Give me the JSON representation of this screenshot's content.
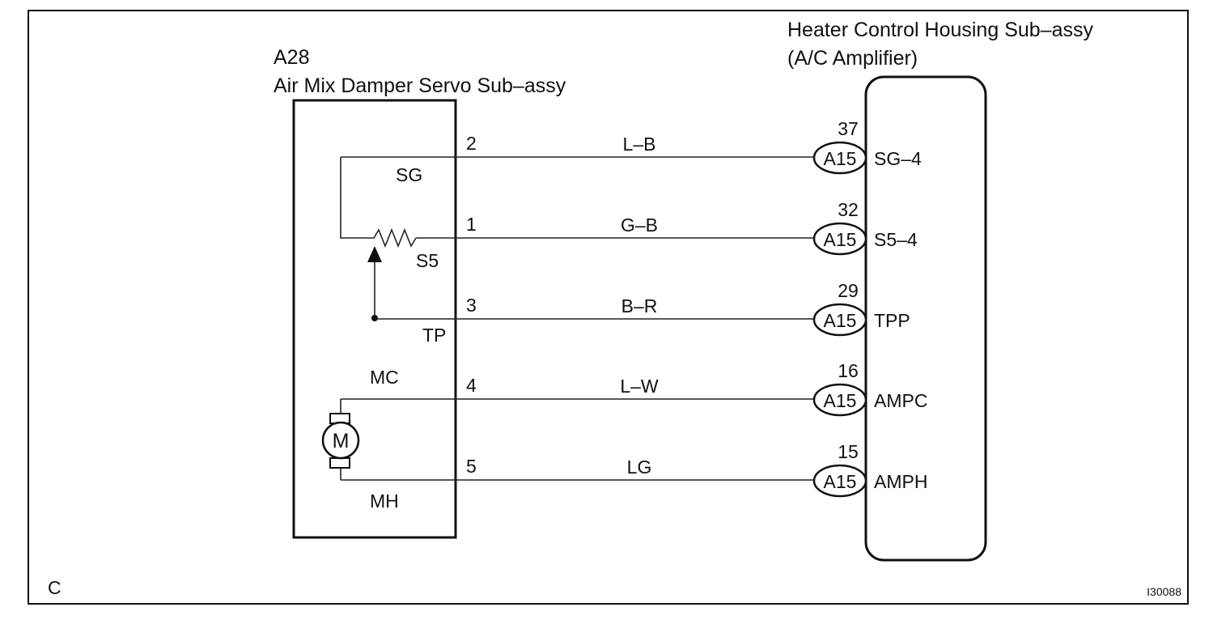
{
  "corner_label": "C",
  "figure_id": "I30088",
  "servo": {
    "ref": "A28",
    "name": "Air Mix Damper Servo Sub–assy",
    "internal_labels": {
      "sg": "SG",
      "s5": "S5",
      "tp": "TP",
      "mc": "MC",
      "mh": "MH"
    },
    "motor_symbol": "M"
  },
  "amplifier": {
    "name": "Heater Control Housing Sub–assy",
    "subtitle": "(A/C Amplifier)"
  },
  "connector": "A15",
  "wires": [
    {
      "servo_pin": "2",
      "color": "L–B",
      "amp_pin": "37",
      "amp_terminal": "SG–4"
    },
    {
      "servo_pin": "1",
      "color": "G–B",
      "amp_pin": "32",
      "amp_terminal": "S5–4"
    },
    {
      "servo_pin": "3",
      "color": "B–R",
      "amp_pin": "29",
      "amp_terminal": "TPP"
    },
    {
      "servo_pin": "4",
      "color": "L–W",
      "amp_pin": "16",
      "amp_terminal": "AMPC"
    },
    {
      "servo_pin": "5",
      "color": "LG",
      "amp_pin": "15",
      "amp_terminal": "AMPH"
    }
  ]
}
